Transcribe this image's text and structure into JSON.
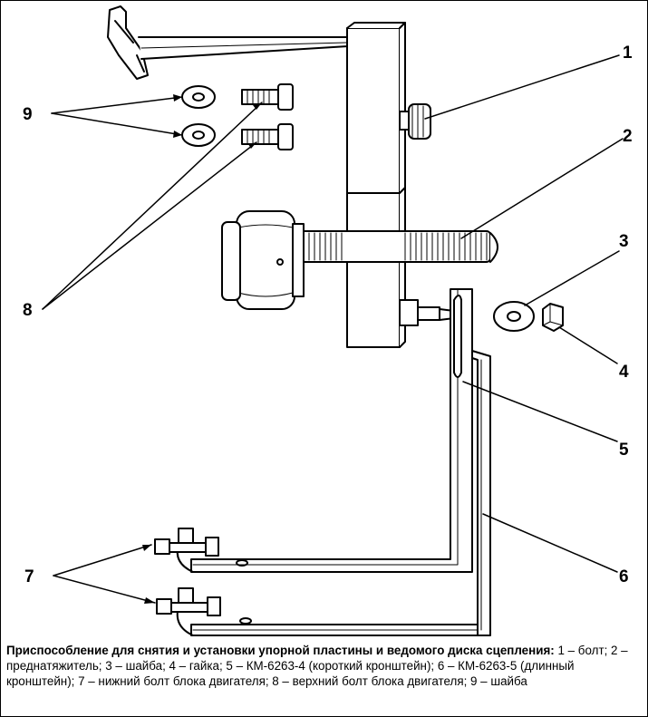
{
  "callouts": {
    "c1": "1",
    "c2": "2",
    "c3": "3",
    "c4": "4",
    "c5": "5",
    "c6": "6",
    "c7": "7",
    "c8": "8",
    "c9": "9"
  },
  "caption": {
    "title": "Приспособление для снятия и установки упорной пластины и ведомого диска сцепления:",
    "legend": "1 – болт; 2 – преднатяжитель; 3 – шайба; 4 – гайка; 5 – КМ-6263-4 (короткий кронштейн); 6 – КМ-6263-5 (длинный кронштейн); 7 – нижний болт блока двигателя; 8 – верхний болт блока двигателя; 9 – шайба"
  }
}
